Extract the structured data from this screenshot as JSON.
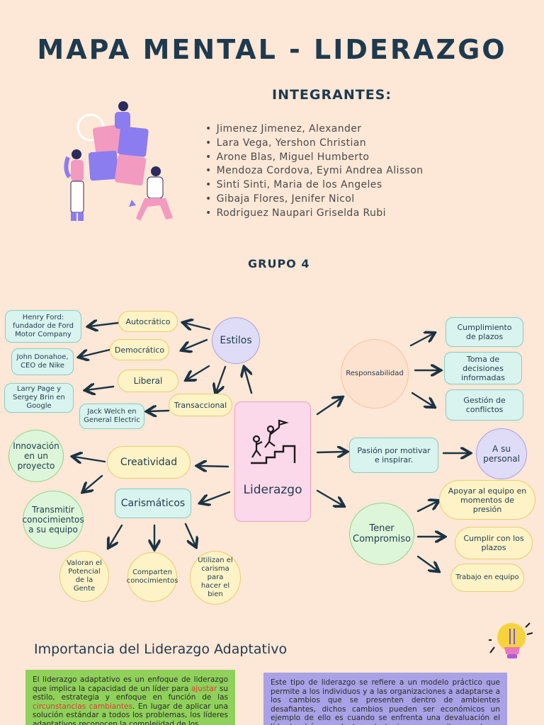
{
  "title": "MAPA MENTAL - LIDERAZGO",
  "integrantes": {
    "title": "INTEGRANTES:",
    "members": [
      "Jimenez Jimenez, Alexander",
      "Lara Vega, Yershon Christian",
      "Arone Blas, Miguel Humberto",
      "Mendoza Cordova, Eymi Andrea Alisson",
      "Sinti Sinti, Maria de los Angeles",
      "Gibaja Flores, Jenifer Nicol",
      "Rodriguez Naupari Griselda Rubi"
    ]
  },
  "grupo": "GRUPO 4",
  "mindmap": {
    "center": "Liderazgo",
    "estilos": {
      "label": "Estilos",
      "autocratico": "Autocrático",
      "democratico": "Democrático",
      "liberal": "Liberal",
      "transaccional": "Transaccional",
      "henry_ford": "Henry Ford: fundador de Ford Motor Company",
      "john_donahoe": "John Donahoe, CEO de Nike",
      "larry_page": "Larry Page y Sergey Brin en Google",
      "jack_welch": "Jack Welch en General Electric"
    },
    "creatividad": {
      "label": "Creatividad",
      "innovacion": "Innovación en un proyecto",
      "transmitir": "Transmitir conocimientos a su equipo"
    },
    "carismaticos": {
      "label": "Carismáticos",
      "valoran": "Valoran el Potencial de la Gente",
      "comparten": "Comparten conocimientos",
      "utilizan": "Utilizan el carisma para hacer el bien"
    },
    "responsabilidad": {
      "label": "Responsabilidad",
      "cumplimiento": "Cumplimiento de plazos",
      "toma": "Toma de decisiones informadas",
      "gestion": "Gestión de conflictos"
    },
    "pasion": {
      "label": "Pasión por motivar e inspirar.",
      "personal": "A su personal"
    },
    "compromiso": {
      "label": "Tener Compromiso",
      "apoyar": "Apoyar al equipo en momentos de presión",
      "cumplir": "Cumplir con los plazos",
      "trabajo": "Trabajo en equipo"
    }
  },
  "importancia": {
    "title": "Importancia del Liderazgo Adaptativo",
    "p1_a": "El liderazgo adaptativo es un enfoque de liderazgo que implica la capacidad de un líder para ",
    "p1_hl1": "ajustar",
    "p1_b": " su estilo, estrategia y enfoque en función de las ",
    "p1_hl2": "circunstancias cambiantes",
    "p1_c": ". En lugar de aplicar una solución estándar a todos los problemas, los líderes adaptativos reconocen la complejidad de los",
    "p2": "Este tipo de liderazgo se refiere a un modelo práctico que permite a los individuos y a las organizaciones a adaptarse a los cambios que se presenten dentro de ambientes desafiantes, dichos cambios pueden ser económicos un ejemplo de ello es cuando se enfrenta una devaluación el líder tendrá que adaptar estrategias que permitan mantener la"
  }
}
